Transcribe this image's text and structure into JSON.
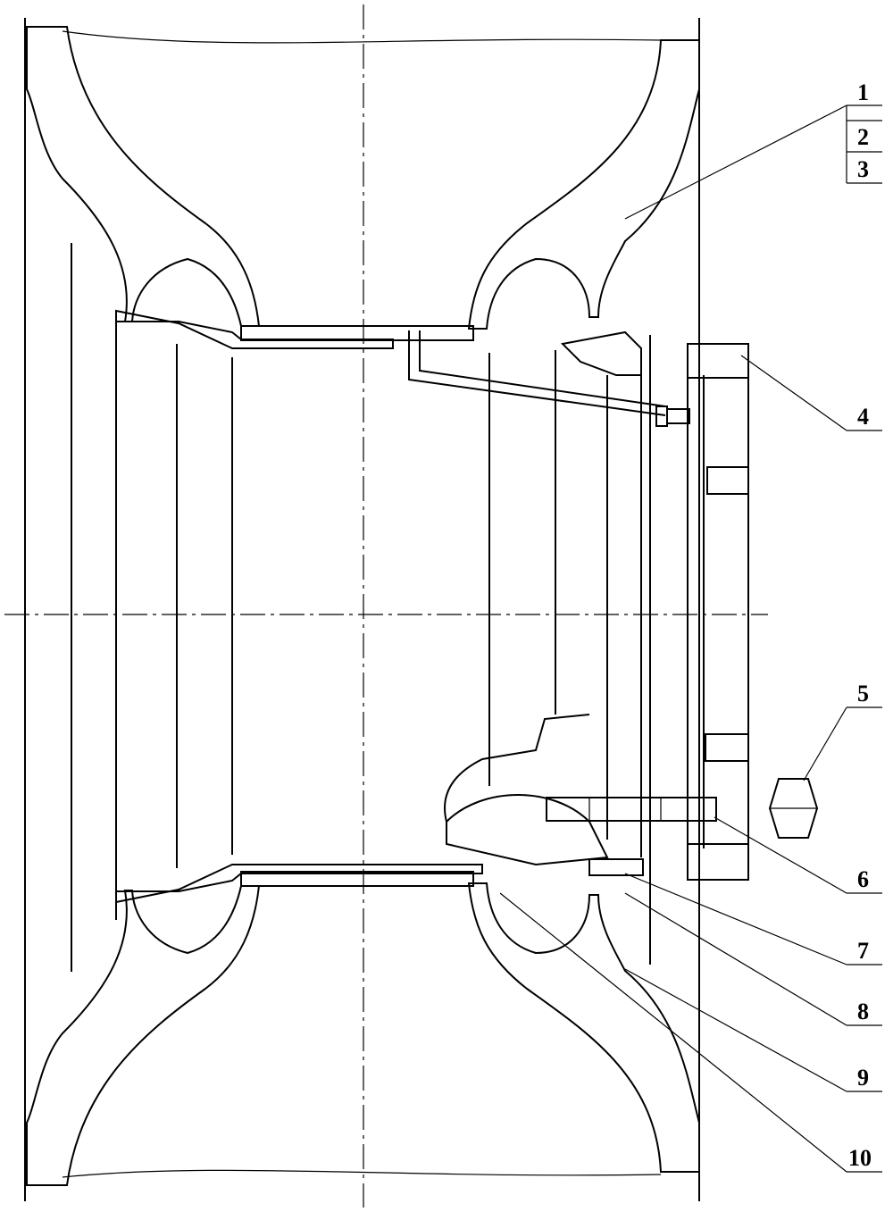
{
  "part_labels": [
    "1",
    "2",
    "3",
    "4",
    "5",
    "6",
    "7",
    "8",
    "9",
    "10"
  ],
  "colors": {
    "ink": "#000000",
    "paper": "#ffffff"
  }
}
